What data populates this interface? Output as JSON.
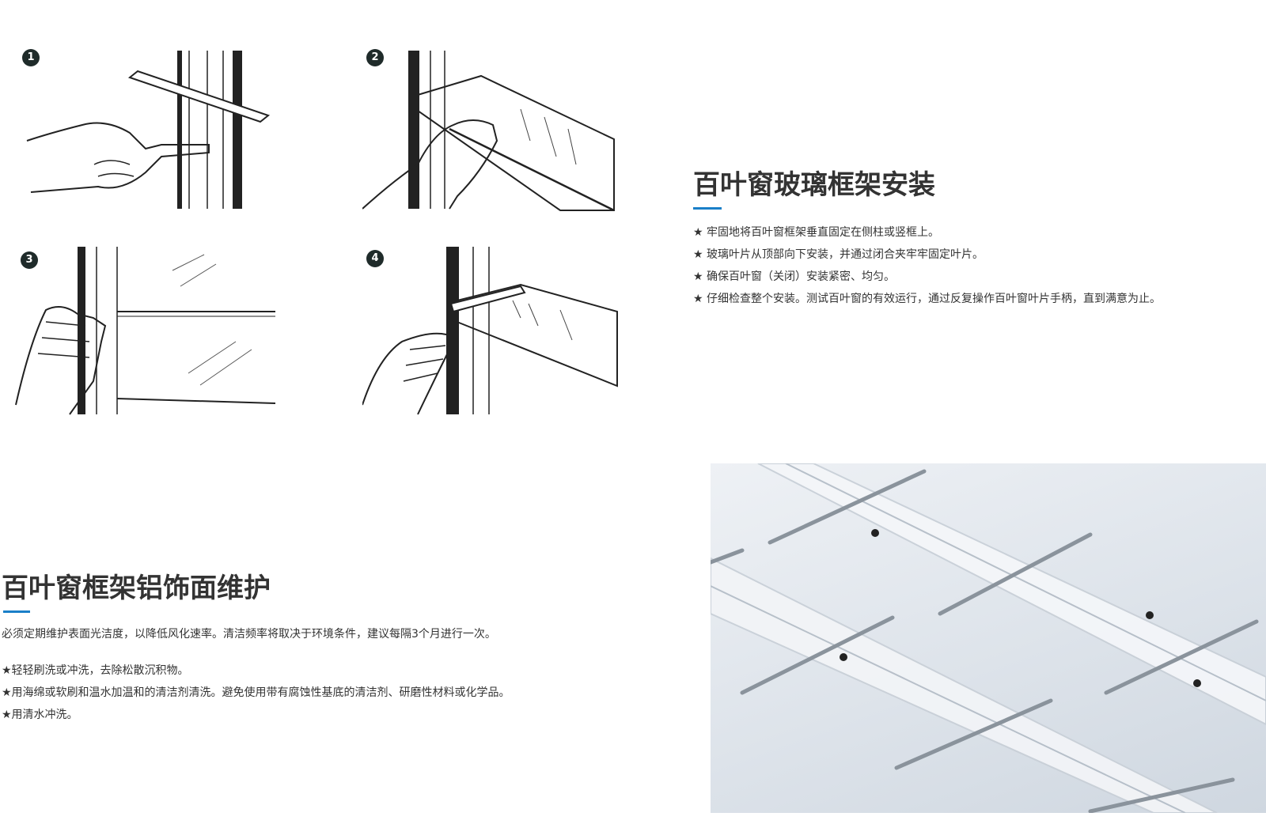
{
  "install_section": {
    "title": "百叶窗玻璃框架安装",
    "bullets": [
      "★ 牢固地将百叶窗框架垂直固定在侧柱或竖框上。",
      "★ 玻璃叶片从顶部向下安装，并通过闭合夹牢牢固定叶片。",
      "★ 确保百叶窗（关闭）安装紧密、均匀。",
      "★ 仔细检查整个安装。测试百叶窗的有效运行，通过反复操作百叶窗叶片手柄，直到满意为止。"
    ],
    "steps": [
      "1",
      "2",
      "3",
      "4"
    ]
  },
  "maintenance_section": {
    "title": "百叶窗框架铝饰面维护",
    "intro": "必须定期维护表面光洁度，以降低风化速率。清洁频率将取决于环境条件，建议每隔3个月进行一次。",
    "bullets": [
      "★轻轻刷洗或冲洗，去除松散沉积物。",
      "★用海绵或软刷和温水加温和的清洁剂清洗。避免使用带有腐蚀性基底的清洁剂、研磨性材料或化学品。",
      "★用清水冲洗。"
    ]
  },
  "colors": {
    "accent": "#1a7fc8",
    "text": "#333333",
    "step_badge": "#1f2b2a"
  },
  "icons": [
    "step-1-badge",
    "step-2-badge",
    "step-3-badge",
    "step-4-badge"
  ]
}
